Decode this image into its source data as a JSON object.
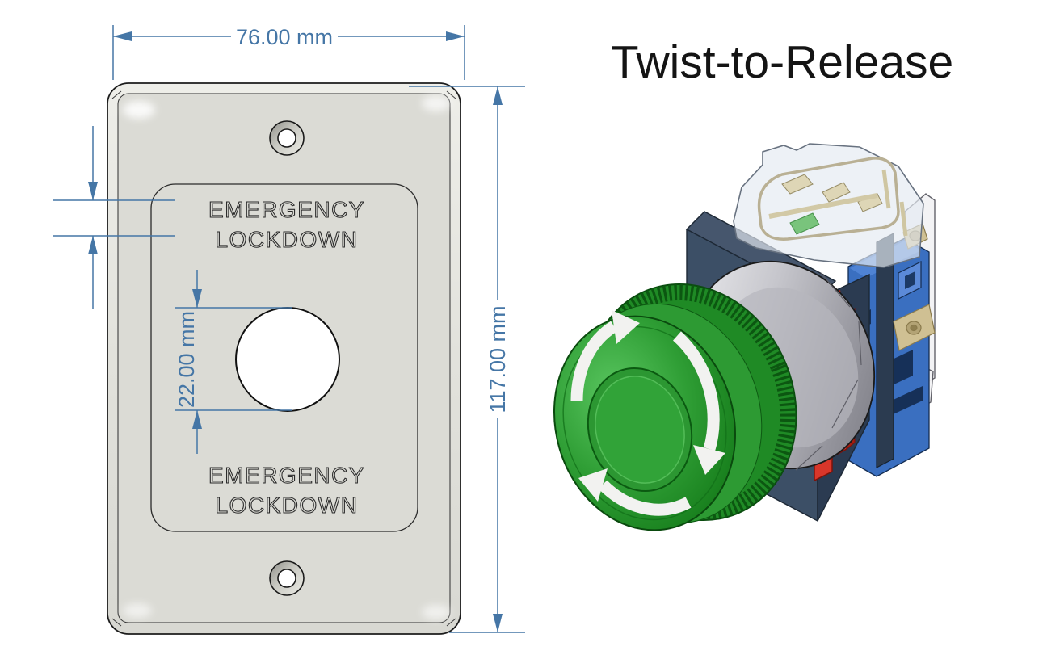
{
  "title": "Twist-to-Release",
  "drawing": {
    "dim_width": "76.00 mm",
    "dim_height": "117.00 mm",
    "dim_hole": "22.00 mm",
    "engraving_top_line1": "EMERGENCY",
    "engraving_top_line2": "LOCKDOWN",
    "engraving_bottom_line1": "EMERGENCY",
    "engraving_bottom_line2": "LOCKDOWN"
  },
  "illustration": {
    "subject": "green twist-to-release emergency lockdown mushroom push button",
    "icons": [
      "clockwise-twist-arrow-icon",
      "clockwise-twist-arrow-icon",
      "clockwise-twist-arrow-icon"
    ]
  },
  "colors": {
    "dimension_blue": "#4576a6",
    "plate_face": "#dcdcd6",
    "button_green": "#2f9e35",
    "housing_navy": "#3c4f66",
    "terminal_blue": "#3a6fc0",
    "latch_red": "#d8362a",
    "brass": "#cfc093",
    "title_text": "#141414"
  }
}
